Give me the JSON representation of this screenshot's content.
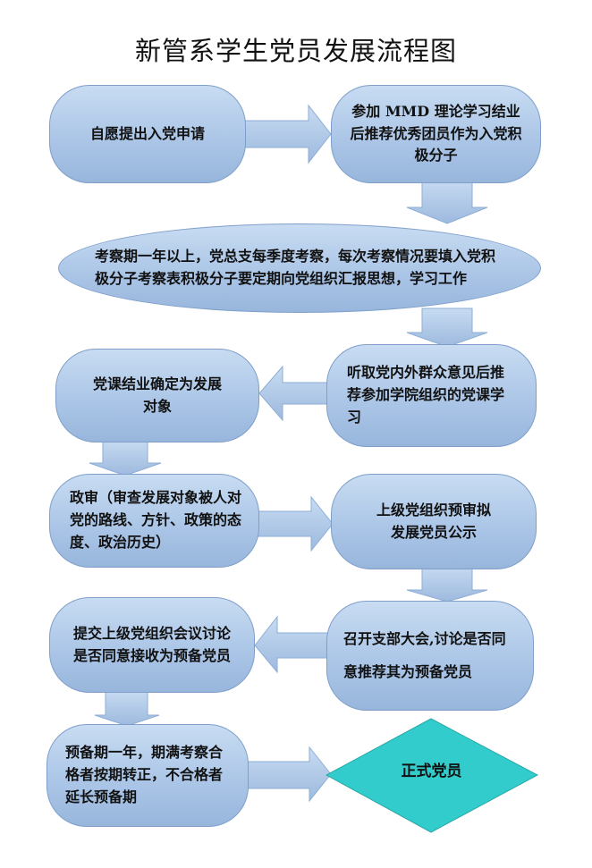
{
  "title": "新管系学生党员发展流程图",
  "steps": [
    "自愿提出入党申请",
    "参加 MMD 理论学习结业后推荐优秀团员作为入党积极分子",
    "考察期一年以上，党总支每季度考察，每次考察情况要填入党积极分子考察表积极分子要定期向党组织汇报思想，学习工作",
    "听取党内外群众意见后推荐参加学院组织的党课学习",
    "党课结业确定为发展对象",
    "政审（审查发展对象被人对党的路线、方针、政策的态度、政治历史）",
    "上级党组织预审拟发展党员公示",
    "召开支部大会,讨论是否同意推荐其为预备党员",
    "提交上级党组织会议讨论是否同意接收为预备党员",
    "预备期一年，期满考察合格者按期转正，不合格者延长预备期",
    "正式党员"
  ],
  "colors": {
    "box": "#a9c4e6",
    "border": "#7f9fca",
    "final": "#33cccc"
  }
}
